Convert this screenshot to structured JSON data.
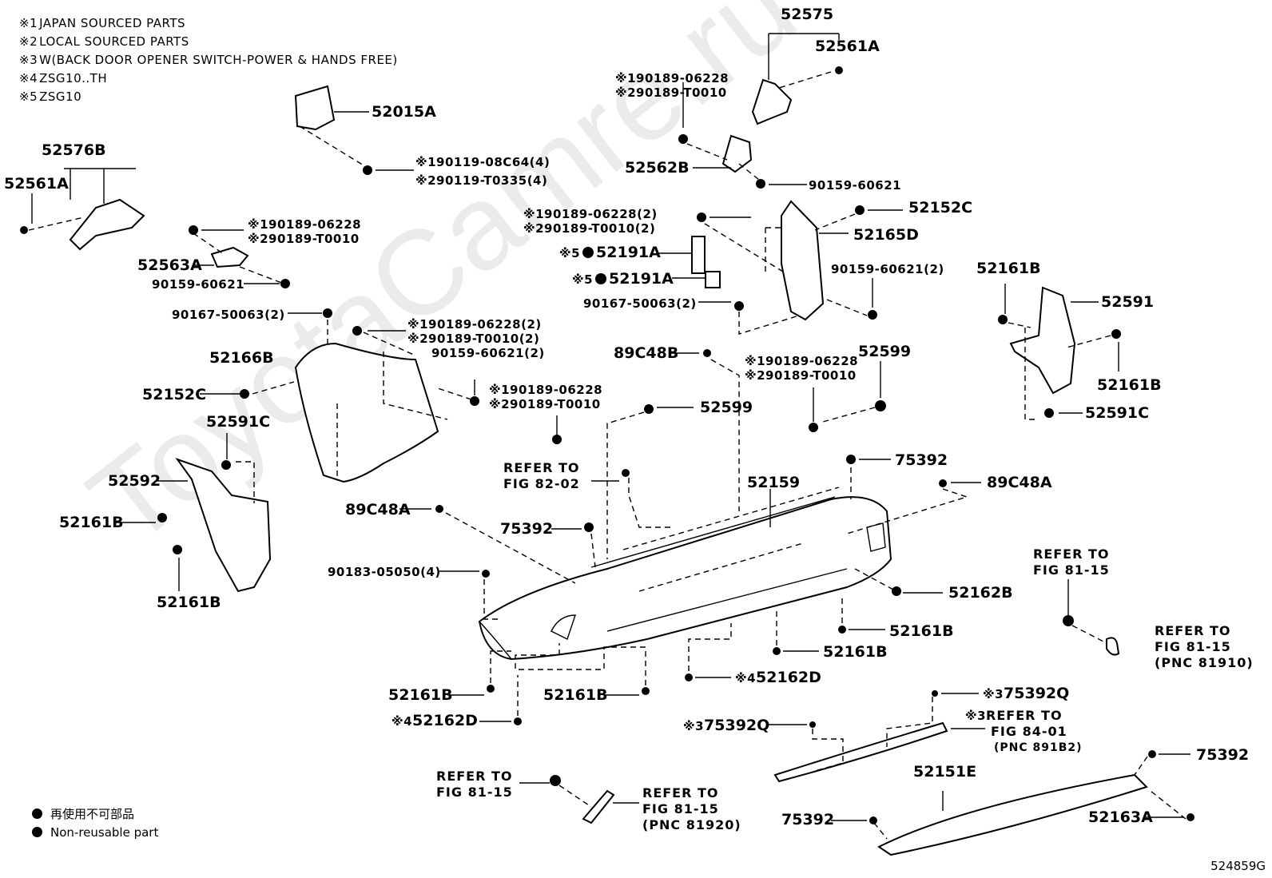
{
  "notes": [
    {
      "mark": "※1",
      "text": "JAPAN SOURCED PARTS"
    },
    {
      "mark": "※2",
      "text": "LOCAL SOURCED PARTS"
    },
    {
      "mark": "※3",
      "text": "W(BACK DOOR OPENER SWITCH-POWER & HANDS FREE)"
    },
    {
      "mark": "※4",
      "text": "ZSG10..TH"
    },
    {
      "mark": "※5",
      "text": "ZSG10"
    }
  ],
  "watermark": "ToyotaCamre.ru",
  "parts": {
    "p52575": "52575",
    "p52561A_r": "52561A",
    "p52015A": "52015A",
    "p52576B": "52576B",
    "p52561A_l": "52561A",
    "p90119_1": "※190119-08C64(4)",
    "p90119_2": "※290119-T0335(4)",
    "p90189_top1": "※190189-06228",
    "p90189_top2": "※290189-T0010",
    "p52562B": "52562B",
    "p90159_top": "90159-60621",
    "p90189_l1": "※190189-06228",
    "p90189_l2": "※290189-T0010",
    "p52563A": "52563A",
    "p90159_l": "90159-60621",
    "p90189_m1": "※190189-06228(2)",
    "p90189_m2": "※290189-T0010(2)",
    "p52152C_r": "52152C",
    "p52165D": "52165D",
    "p52191A_1": "52191A",
    "p52191A_2": "52191A",
    "p90159_r2": "90159-60621(2)",
    "p52161B_tr": "52161B",
    "p90167_m": "90167-50063(2)",
    "p52591": "52591",
    "p90167_l": "90167-50063(2)",
    "p90189_c1": "※190189-06228(2)",
    "p90189_c2": "※290189-T0010(2)",
    "p90159_c": "90159-60621(2)",
    "p52166B": "52166B",
    "p52152C_l": "52152C",
    "p90189_d1": "※190189-06228",
    "p90189_d2": "※290189-T0010",
    "p89C48B": "89C48B",
    "p90189_e1": "※190189-06228",
    "p90189_e2": "※290189-T0010",
    "p52599_r": "52599",
    "p52161B_r": "52161B",
    "p52599_m": "52599",
    "p52591C_l": "52591C",
    "p52591C_r": "52591C",
    "p52592": "52592",
    "p75392_r": "75392",
    "p52159": "52159",
    "p89C48A_r": "89C48A",
    "p52161B_l": "52161B",
    "p89C48A_l": "89C48A",
    "p75392_m": "75392",
    "p52161B_ll": "52161B",
    "p90183": "90183-05050(4)",
    "p52162B": "52162B",
    "p52161B_b1": "52161B",
    "p52161B_b2": "52161B",
    "p52162D_m": "52162D",
    "p52161B_b3": "52161B",
    "p52161B_b4": "52161B",
    "p52162D_l": "52162D",
    "p75392Q_r": "75392Q",
    "p75392Q_l": "75392Q",
    "p52151E": "52151E",
    "p75392_br": "75392",
    "p75392_bl": "75392",
    "p52163A": "52163A",
    "mk4a": "※4",
    "mk4b": "※4",
    "mk3a": "※3",
    "mk3b": "※3",
    "mk3c": "※3",
    "mk5a": "※5",
    "mk5b": "※5"
  },
  "refs": {
    "r8202_1": "REFER TO",
    "r8202_2": "FIG 82-02",
    "r8115a_1": "REFER TO",
    "r8115a_2": "FIG 81-15",
    "r8115b_1": "REFER TO",
    "r8115b_2": "FIG 81-15",
    "r8115b_3": "(PNC 81910)",
    "r8401_1": "REFER TO",
    "r8401_2": "FIG 84-01",
    "r8401_3": "(PNC 891B2)",
    "r8115c_1": "REFER TO",
    "r8115c_2": "FIG 81-15",
    "r8115d_1": "REFER TO",
    "r8115d_2": "FIG 81-15",
    "r8115d_3": "(PNC 81920)"
  },
  "legend": [
    {
      "text": "再使用不可部品"
    },
    {
      "text": "Non-reusable part"
    }
  ],
  "figure_number": "524859G"
}
